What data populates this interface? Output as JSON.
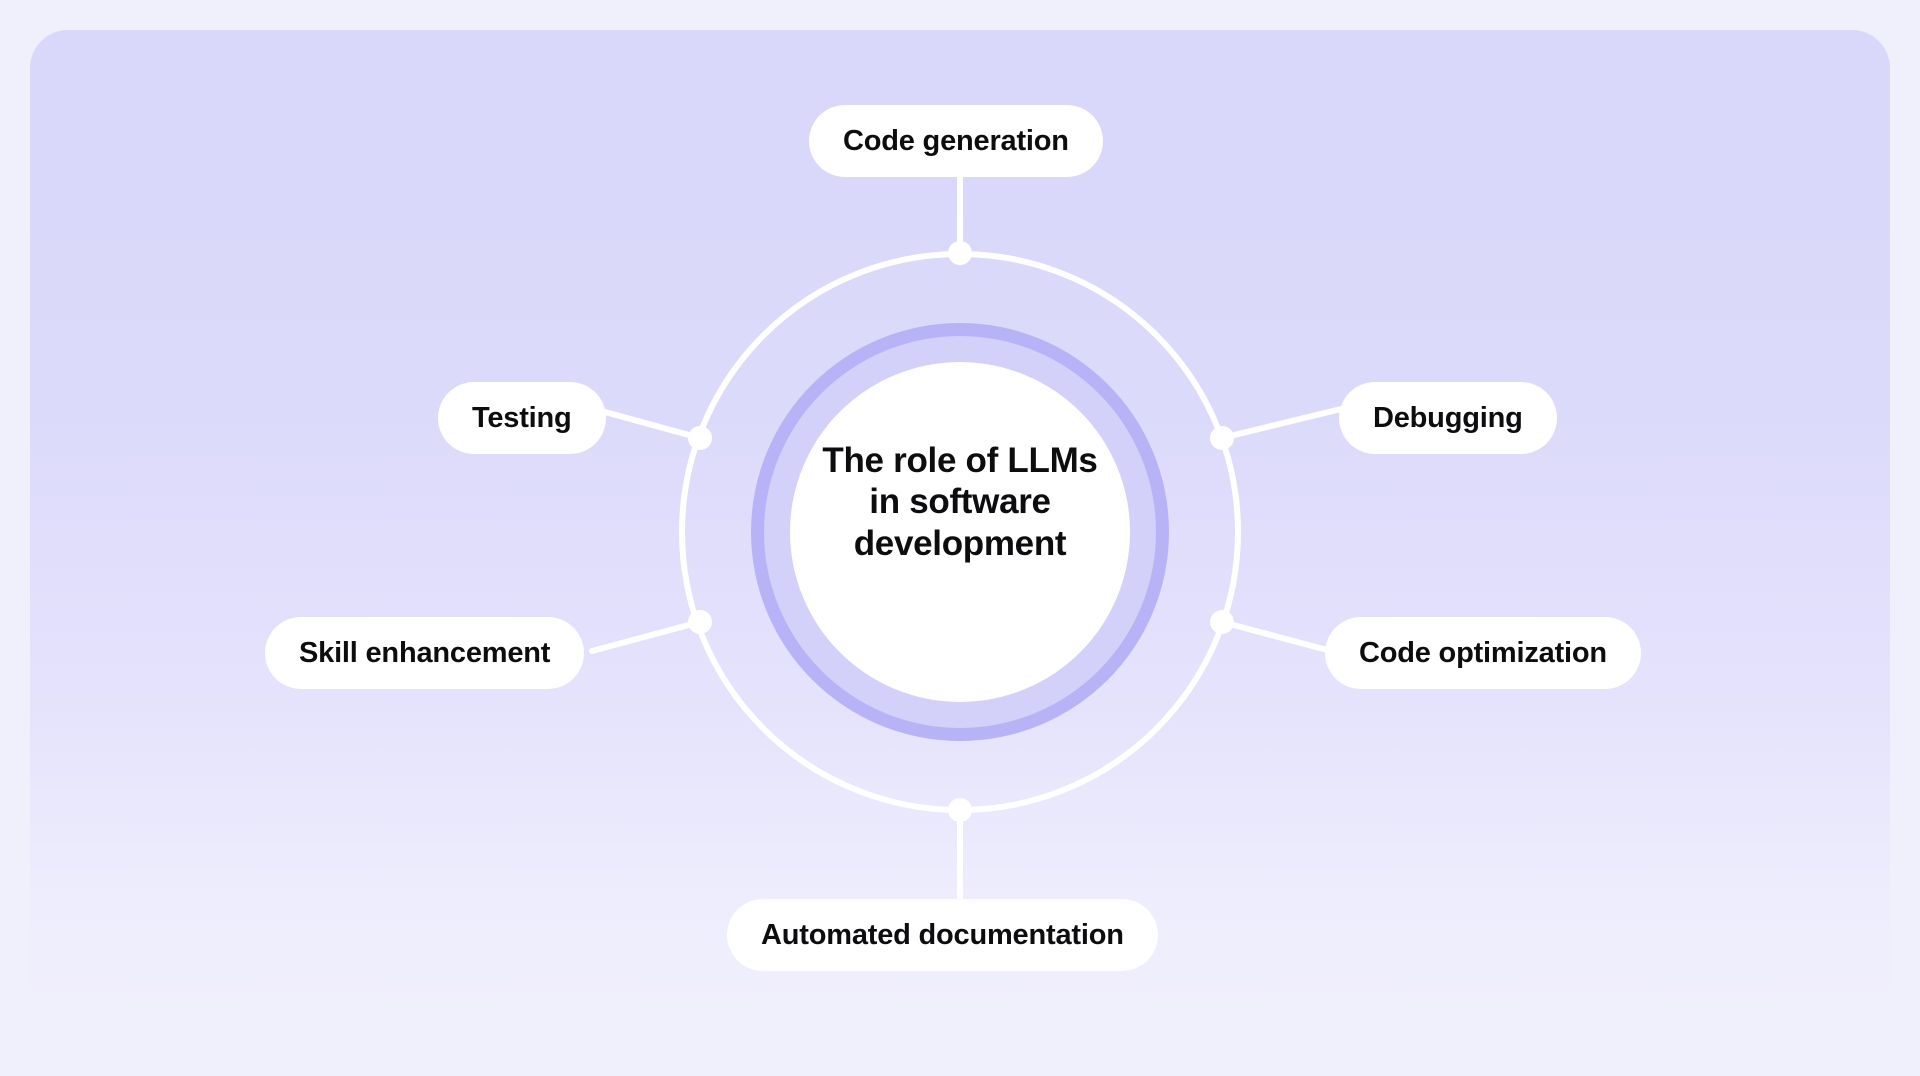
{
  "card": {
    "background_top": "#d9d7fa",
    "background_bottom": "#f0effc",
    "page_background": "#f0effc"
  },
  "center": {
    "name": "central-topic",
    "lines": [
      "The role of LLMs",
      "in software",
      "development"
    ],
    "full_text": "The role of LLMs in software development",
    "disc_color": "#ffffff",
    "ring_inner_color": "#d3d0f9",
    "ring_outer_color": "#b5b0f5",
    "orbit_stroke_color": "#ffffff"
  },
  "branches": [
    {
      "id": "code-generation",
      "label": "Code generation",
      "position": "top"
    },
    {
      "id": "debugging",
      "label": "Debugging",
      "position": "upper-right"
    },
    {
      "id": "code-optimization",
      "label": "Code optimization",
      "position": "lower-right"
    },
    {
      "id": "automated-documentation",
      "label": "Automated documentation",
      "position": "bottom"
    },
    {
      "id": "skill-enhancement",
      "label": "Skill enhancement",
      "position": "lower-left"
    },
    {
      "id": "testing",
      "label": "Testing",
      "position": "upper-left"
    }
  ],
  "chart_data": {
    "type": "diagram",
    "title": "The role of LLMs in software development",
    "center": "The role of LLMs in software development",
    "nodes": [
      "Code generation",
      "Debugging",
      "Code optimization",
      "Automated documentation",
      "Skill enhancement",
      "Testing"
    ],
    "node_count": 6,
    "layout": "radial-hub-and-spoke"
  }
}
